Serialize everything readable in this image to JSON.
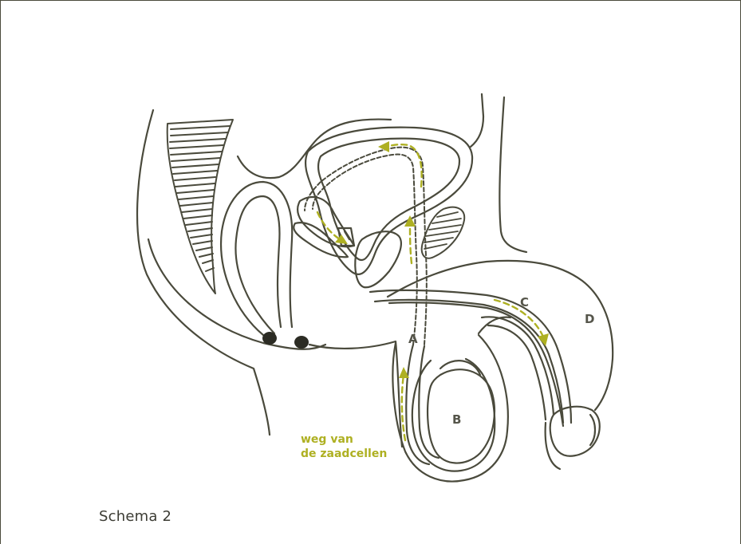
{
  "caption": "Schema 2",
  "labels": {
    "a": "A",
    "b": "B",
    "c": "C",
    "d": "D"
  },
  "route_label": {
    "line1": "weg van",
    "line2": "de zaadcellen"
  },
  "colors": {
    "line": "#4a4a3c",
    "route": "#aeb022",
    "text": "#55554a"
  }
}
